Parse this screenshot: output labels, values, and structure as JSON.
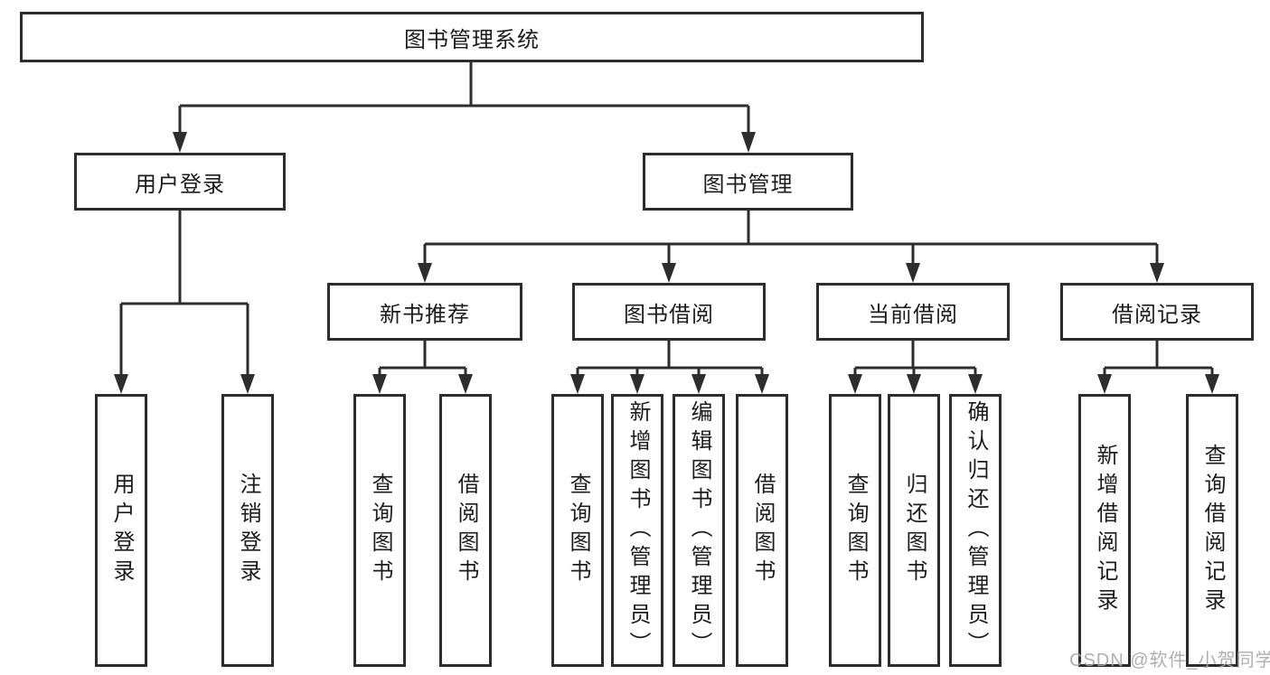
{
  "nodes": {
    "root": "图书管理系统",
    "level2": [
      "用户登录",
      "图书管理"
    ],
    "level3": [
      "新书推荐",
      "图书借阅",
      "当前借阅",
      "借阅记录"
    ],
    "leaves": [
      "用户登录",
      "注销登录",
      "查询图书",
      "借阅图书",
      "查询图书",
      "新增图书（管理员）",
      "编辑图书（管理员）",
      "借阅图书",
      "查询图书",
      "归还图书",
      "确认归还（管理员）",
      "新增借阅记录",
      "查询借阅记录"
    ],
    "watermark": "CSDN @软件_小贺同学"
  },
  "colors": {
    "line": "#2d2d2d",
    "text": "#1c1c1c",
    "watermark": "#a8a8a8",
    "background": "#ffffff"
  }
}
